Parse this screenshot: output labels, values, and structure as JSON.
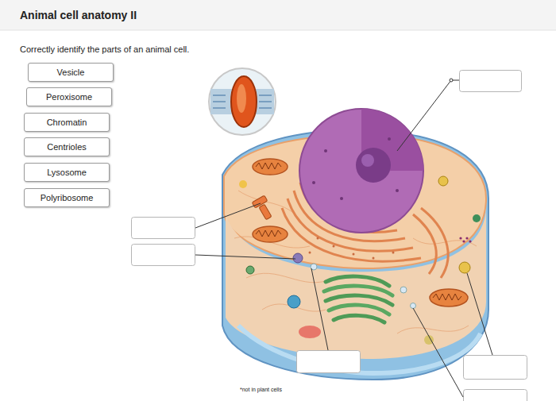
{
  "diagram": {
    "title": "Animal cell anatomy II",
    "nodes": [
      {
        "text": [
          "Vesicle"
        ]
      },
      {
        "text": [
          "Peroxisome"
        ]
      },
      {
        "text": [
          "Chromatin"
        ]
      },
      {
        "text": [
          "Centrioles"
        ]
      },
      {
        "text": [
          "Lysosome"
        ]
      },
      {
        "text": [
          "Polyribosome"
        ]
      }
    ],
    "labels": [
      "Correctly identify the parts of an animal cell.",
      "*not in plant cells"
    ]
  }
}
